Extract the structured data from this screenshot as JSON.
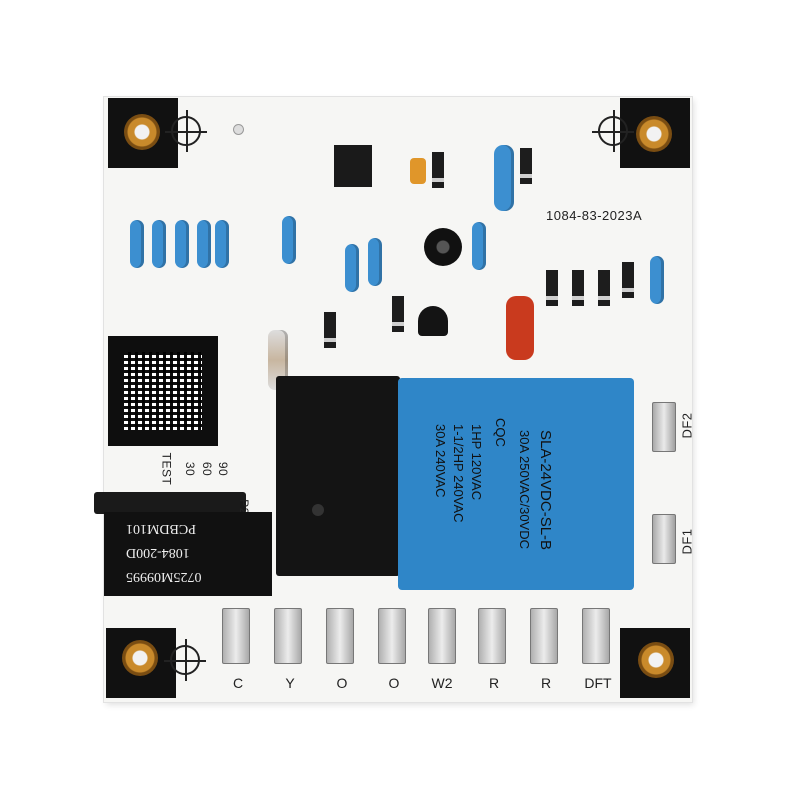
{
  "board": {
    "part_number": "1084-83-2023A",
    "labels": {
      "test": "TEST",
      "t30": "30",
      "t60": "60",
      "t90": "90",
      "p2": "P2",
      "df1": "DF1",
      "df2": "DF2"
    },
    "terminals": [
      "C",
      "Y",
      "O",
      "O",
      "W2",
      "R",
      "R",
      "DFT"
    ],
    "sticker_lines": [
      "PCBDM101",
      "1084-200D",
      "0725M09995"
    ],
    "relay": {
      "line1": "SLA-24VDC-SL-B",
      "line2": "30A 250VAC/30VDC",
      "line3": "1HP 120VAC",
      "line4": "1-1/2HP 240VAC",
      "line5": "30A 240VAC",
      "brand": "CQC"
    },
    "colors": {
      "board": "#f6f6f4",
      "pads": "#111111",
      "relay_blue": "#2f86c8",
      "relay_black": "#141414",
      "resistor": "#3c8fd0"
    }
  }
}
